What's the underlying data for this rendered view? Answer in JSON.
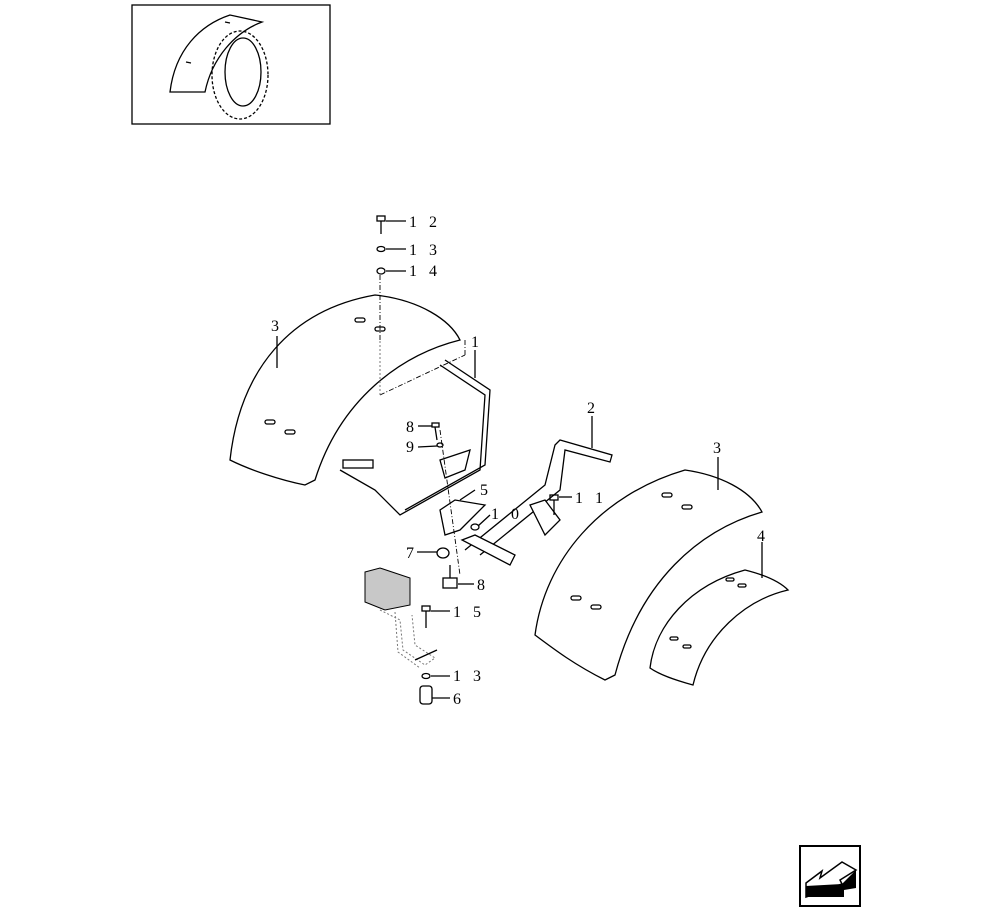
{
  "diagram": {
    "labels": {
      "l12": "1 2",
      "l13a": "1 3",
      "l14": "1 4",
      "l3a": "3",
      "l1": "1",
      "l8a": "8",
      "l9": "9",
      "l5": "5",
      "l10": "1 0",
      "l7": "7",
      "l8b": "8",
      "l2": "2",
      "l11": "1 1",
      "l3b": "3",
      "l4": "4",
      "l15": "1 5",
      "l13b": "1 3",
      "l6": "6"
    },
    "colors": {
      "line": "#000000",
      "shaded": "#c8c8c8"
    },
    "icons": {
      "nav": "back-arrow-icon"
    }
  }
}
